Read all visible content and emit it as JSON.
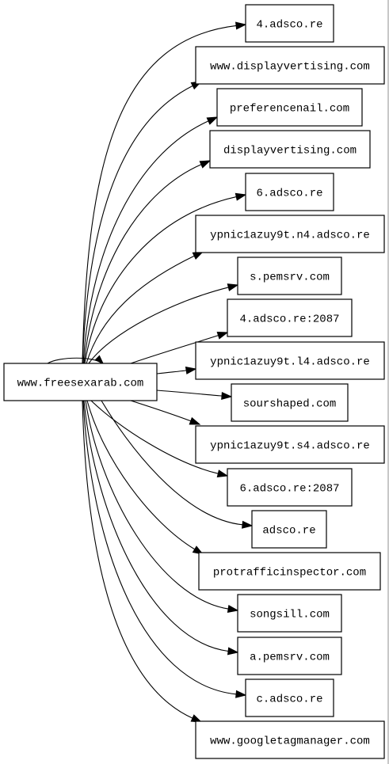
{
  "diagram": {
    "source": {
      "id": "src",
      "label": "www.freesexarab.com"
    },
    "targets": [
      {
        "id": "t1",
        "label": "4.adsco.re"
      },
      {
        "id": "t2",
        "label": "www.displayvertising.com"
      },
      {
        "id": "t3",
        "label": "preferencenail.com"
      },
      {
        "id": "t4",
        "label": "displayvertising.com"
      },
      {
        "id": "t5",
        "label": "6.adsco.re"
      },
      {
        "id": "t6",
        "label": "ypnic1azuy9t.n4.adsco.re"
      },
      {
        "id": "t7",
        "label": "s.pemsrv.com"
      },
      {
        "id": "t8",
        "label": "4.adsco.re:2087"
      },
      {
        "id": "t9",
        "label": "ypnic1azuy9t.l4.adsco.re"
      },
      {
        "id": "t10",
        "label": "sourshaped.com"
      },
      {
        "id": "t11",
        "label": "ypnic1azuy9t.s4.adsco.re"
      },
      {
        "id": "t12",
        "label": "6.adsco.re:2087"
      },
      {
        "id": "t13",
        "label": "adsco.re"
      },
      {
        "id": "t14",
        "label": "protrafficinspector.com"
      },
      {
        "id": "t15",
        "label": "songsill.com"
      },
      {
        "id": "t16",
        "label": "a.pemsrv.com"
      },
      {
        "id": "t17",
        "label": "c.adsco.re"
      },
      {
        "id": "t18",
        "label": "www.googletagmanager.com"
      }
    ],
    "edges": [
      {
        "from": "src",
        "to": "src"
      },
      {
        "from": "src",
        "to": "t1"
      },
      {
        "from": "src",
        "to": "t2"
      },
      {
        "from": "src",
        "to": "t3"
      },
      {
        "from": "src",
        "to": "t4"
      },
      {
        "from": "src",
        "to": "t5"
      },
      {
        "from": "src",
        "to": "t6"
      },
      {
        "from": "src",
        "to": "t7"
      },
      {
        "from": "src",
        "to": "t8"
      },
      {
        "from": "src",
        "to": "t9"
      },
      {
        "from": "src",
        "to": "t10"
      },
      {
        "from": "src",
        "to": "t11"
      },
      {
        "from": "src",
        "to": "t12"
      },
      {
        "from": "src",
        "to": "t13"
      },
      {
        "from": "src",
        "to": "t14"
      },
      {
        "from": "src",
        "to": "t15"
      },
      {
        "from": "src",
        "to": "t16"
      },
      {
        "from": "src",
        "to": "t17"
      },
      {
        "from": "src",
        "to": "t18"
      }
    ]
  }
}
